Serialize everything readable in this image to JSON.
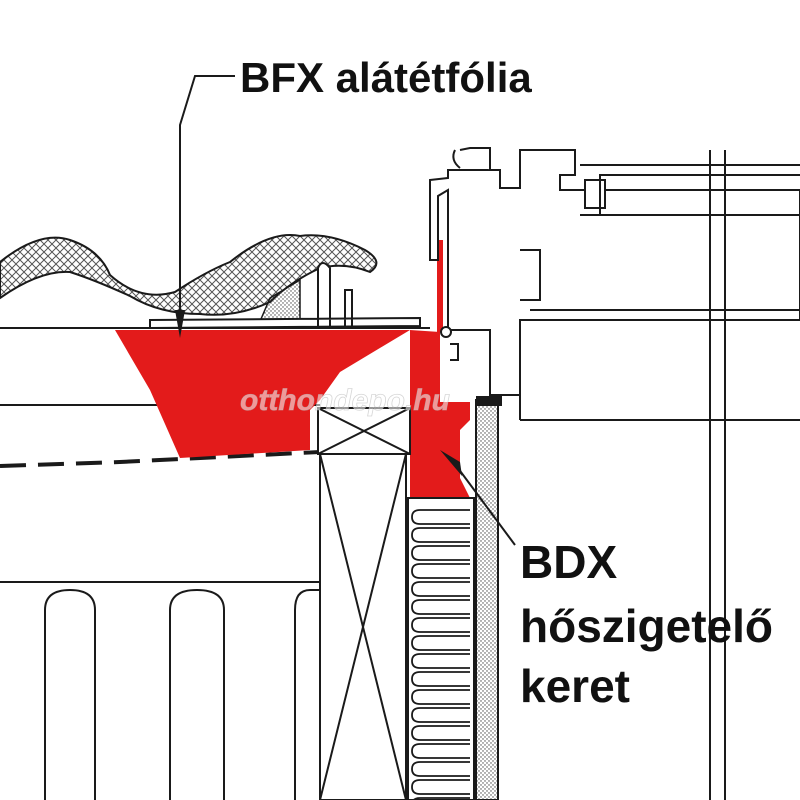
{
  "labels": {
    "underlay_film": "BFX alátétfólia",
    "frame_code": "BDX",
    "frame_desc_1": "hőszigetelő",
    "frame_desc_2": "keret"
  },
  "watermark": "otthondepo.hu",
  "colors": {
    "membrane_red": "#e31b1b",
    "line": "#1a1a1a",
    "hatch": "#bdbdbd"
  },
  "icons": [
    "pointer-arrow-icon",
    "cross-hatch-icon"
  ]
}
